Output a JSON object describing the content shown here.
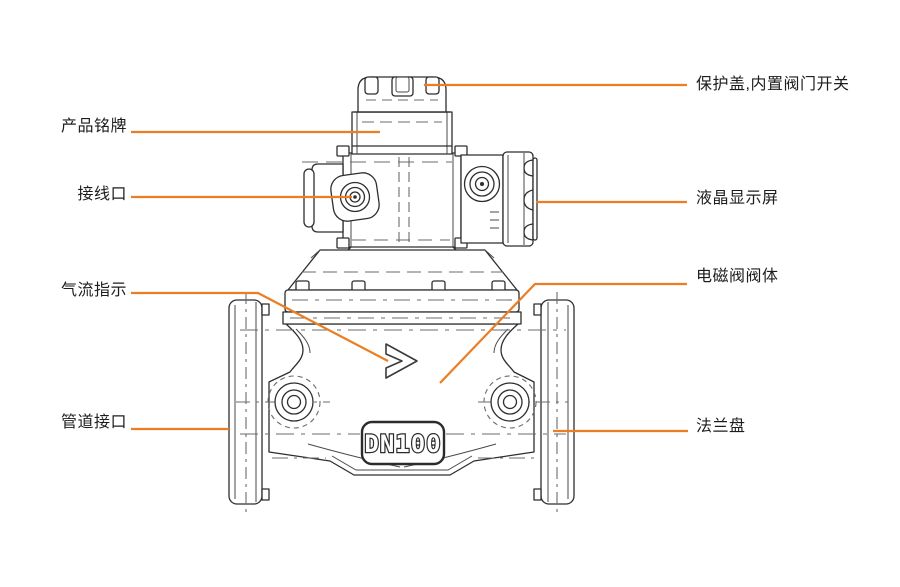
{
  "diagram": {
    "type": "technical-illustration",
    "subject": "flanged solenoid valve gas meter",
    "product_marking": "DN100",
    "colors": {
      "leader_line": "#ED7D22",
      "drawing_line": "#2e2e2e",
      "background": "#ffffff",
      "label_text": "#1d1d1f"
    },
    "icons": {
      "flow_arrow": "chevron-right-icon"
    },
    "labels_left": [
      {
        "text": "产品铭牌"
      },
      {
        "text": "接线口"
      },
      {
        "text": "气流指示"
      },
      {
        "text": "管道接口"
      }
    ],
    "labels_right": [
      {
        "text": "保护盖,内置阀门开关"
      },
      {
        "text": "液晶显示屏"
      },
      {
        "text": "电磁阀阀体"
      },
      {
        "text": "法兰盘"
      }
    ]
  }
}
